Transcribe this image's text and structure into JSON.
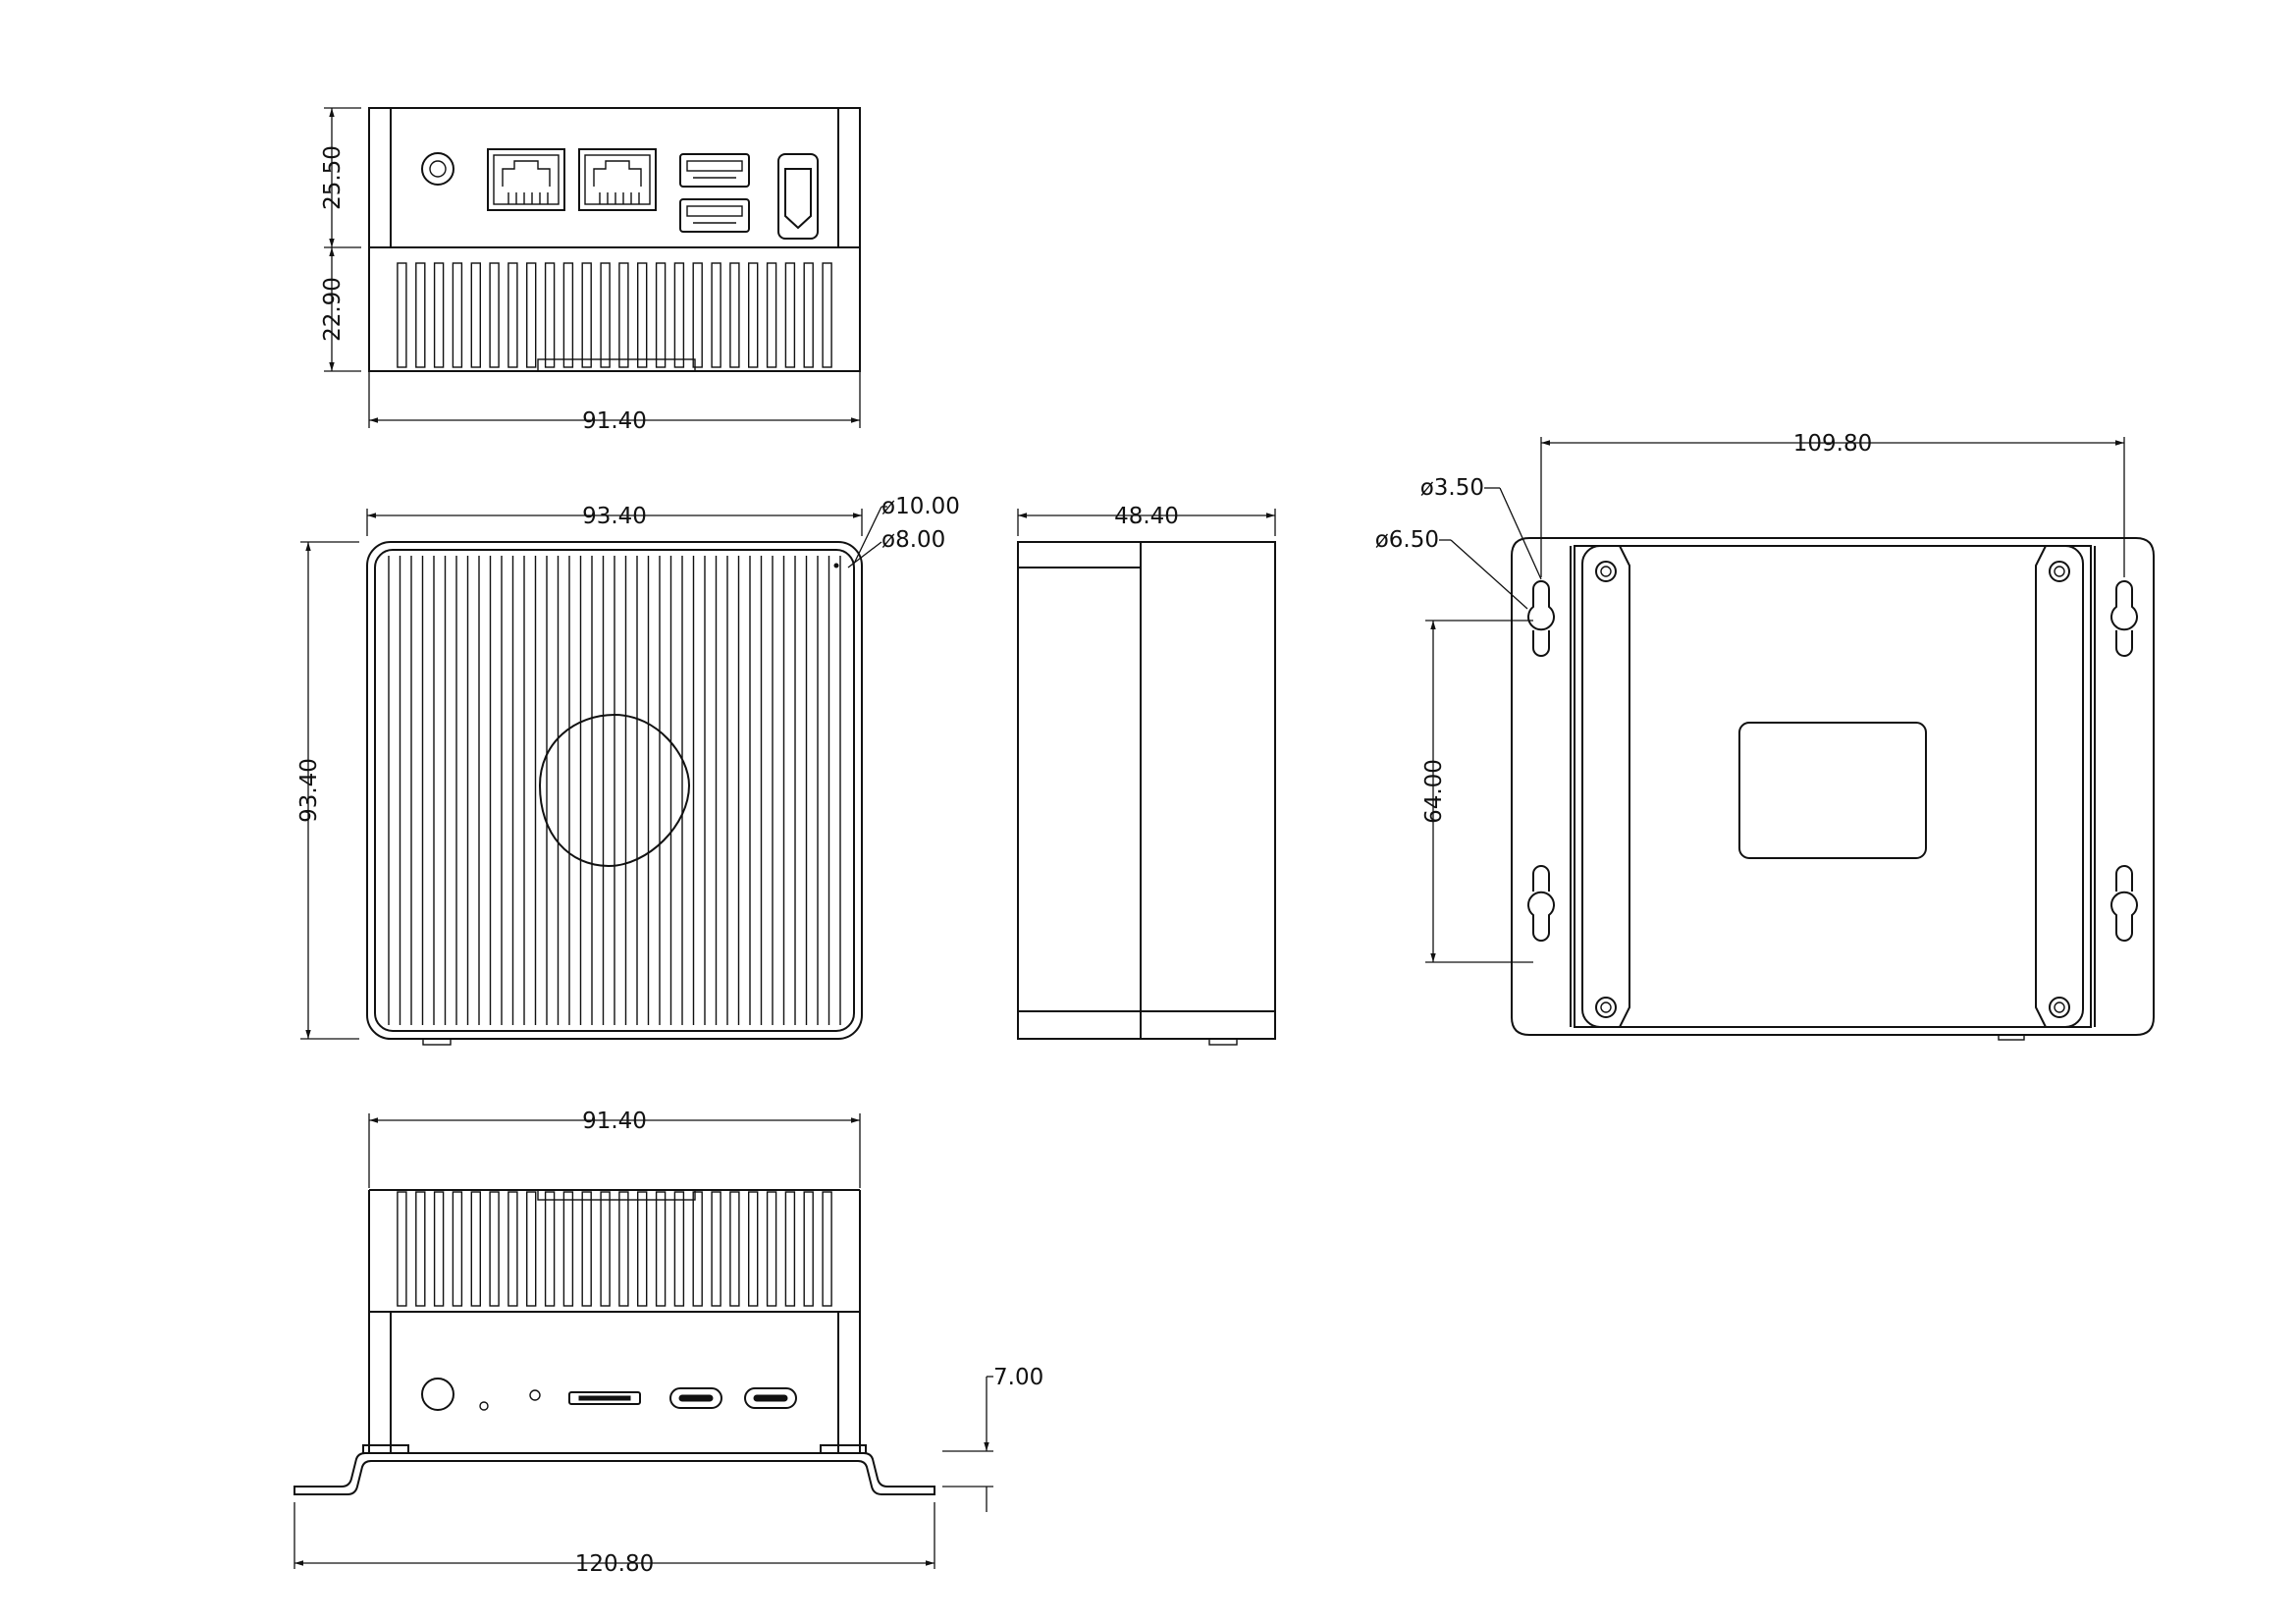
{
  "dimensions": {
    "top_width": "91.40",
    "top_height_ports": "25.50",
    "top_height_fins": "22.90",
    "front_width": "93.40",
    "front_height": "93.40",
    "corner_outer_dia": "ø10.00",
    "corner_inner_dia": "ø8.00",
    "side_depth": "48.40",
    "bracket_width": "109.80",
    "bracket_slot_small": "ø3.50",
    "bracket_slot_large": "ø6.50",
    "bracket_slot_spacing": "64.00",
    "bottom_width": "91.40",
    "bracket_total_width": "120.80",
    "bracket_height": "7.00"
  }
}
